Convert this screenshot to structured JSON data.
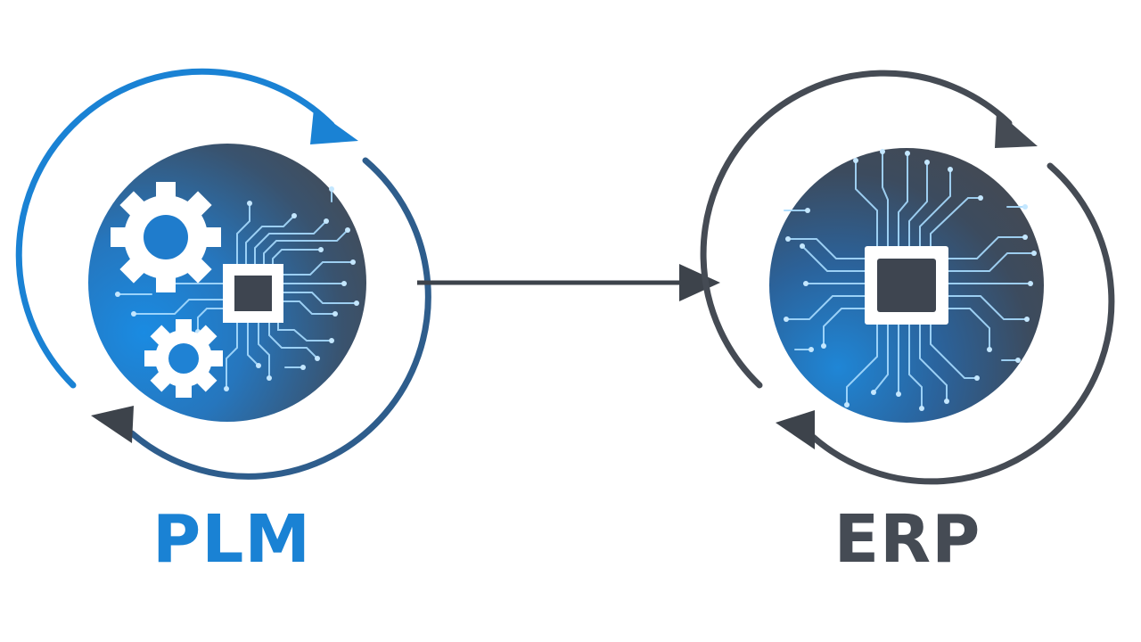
{
  "nodes": [
    {
      "id": "plm",
      "label": "PLM",
      "color": "#1a82d4",
      "icon": "gears-circuit-icon"
    },
    {
      "id": "erp",
      "label": "ERP",
      "color": "#454b54",
      "icon": "circuit-chip-icon"
    }
  ],
  "edges": [
    {
      "from": "plm",
      "to": "erp",
      "color": "#3d434b"
    }
  ],
  "colors": {
    "blue": "#1a82d4",
    "dark_gray": "#454b54",
    "disk_dark": "#3e4550",
    "trace_light": "#a8dcff",
    "white": "#ffffff"
  }
}
